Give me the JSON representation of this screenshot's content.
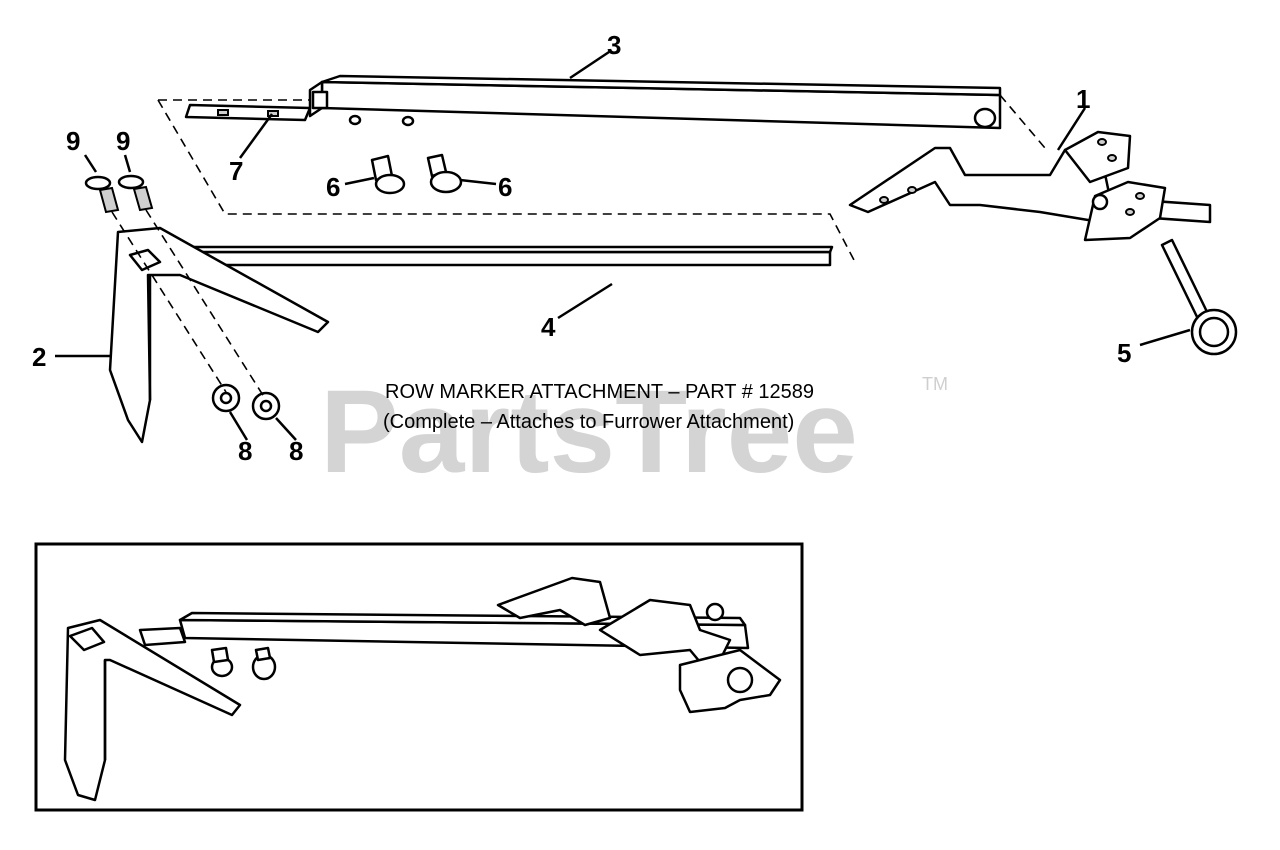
{
  "watermark": {
    "text": "PartsTree",
    "tm": "TM"
  },
  "caption": {
    "line1": "ROW MARKER ATTACHMENT – PART # 12589",
    "line2": "(Complete – Attaches to Furrower Attachment)"
  },
  "callouts": [
    {
      "id": "1",
      "part": "mounting-bracket"
    },
    {
      "id": "2",
      "part": "marker-blade"
    },
    {
      "id": "3",
      "part": "outer-tube"
    },
    {
      "id": "4",
      "part": "inner-bar"
    },
    {
      "id": "5",
      "part": "hitch-pin"
    },
    {
      "id": "6",
      "part": "wing-screw"
    },
    {
      "id": "6",
      "part": "wing-screw"
    },
    {
      "id": "7",
      "part": "insert-strip"
    },
    {
      "id": "8",
      "part": "lock-nut"
    },
    {
      "id": "8",
      "part": "lock-nut"
    },
    {
      "id": "9",
      "part": "bolt"
    },
    {
      "id": "9",
      "part": "bolt"
    }
  ]
}
